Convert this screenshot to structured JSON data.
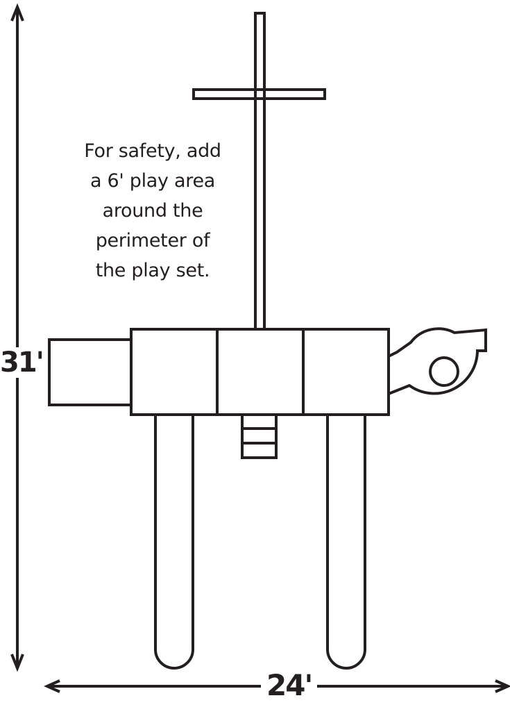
{
  "note": {
    "lines": [
      "For safety, add",
      "a 6' play area",
      "around the",
      "perimeter of",
      "the play set."
    ]
  },
  "dimensions": {
    "height_label": "31'",
    "width_label": "24'"
  },
  "colors": {
    "stroke": "#231f20",
    "background": "#ffffff"
  }
}
